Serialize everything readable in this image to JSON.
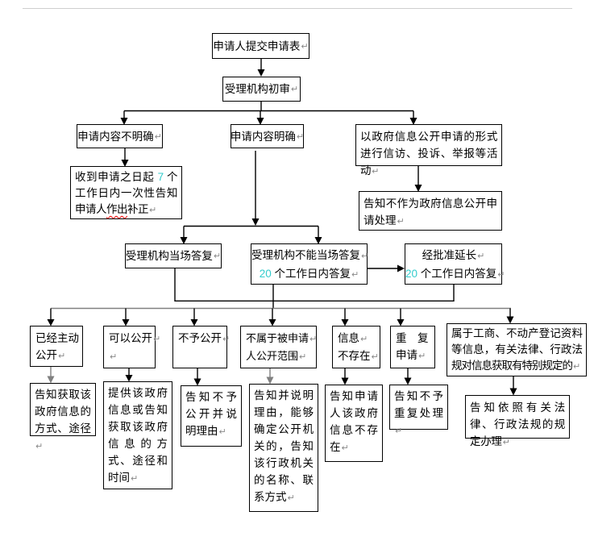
{
  "marks": {
    "ret": "↵"
  },
  "colors": {
    "number_highlight": "#33cccc",
    "spellcheck_underline": "#ff0000",
    "connector": "#000000",
    "distributor_line": "#808080"
  },
  "nodes": {
    "submit": {
      "label": "申请人提交申请表"
    },
    "review": {
      "label": "受理机构初审"
    },
    "unclear": {
      "label": "申请内容不明确"
    },
    "clear": {
      "label": "申请内容明确"
    },
    "petition": {
      "label": "以政府信息公开申请的形式进行信访、投诉、举报等活动"
    },
    "supplement": {
      "t1": "收到申请之日起 ",
      "num": "7",
      "t2": " 个工作日内一次性告知申请人",
      "t3": "作出",
      "t4": "补正"
    },
    "notice": {
      "label": "告知不作为政府信息公开申请处理"
    },
    "onspot": {
      "label": "受理机构当场答复"
    },
    "cannot": {
      "line1": "受理机构不能当场答复",
      "num": "20",
      "line2": " 个工作日内答复"
    },
    "extend": {
      "line1": "经批准延长",
      "num": "20",
      "line2": " 个工作日内答复"
    },
    "c1": {
      "line1": "已经主动",
      "line2": "公开"
    },
    "c2": {
      "line1": "可以公开"
    },
    "c3": {
      "label": "不予公开"
    },
    "c4": {
      "line1": "不属于被申请",
      "line2": "人公开范围"
    },
    "c5": {
      "line1": "信息",
      "line2": "不存在"
    },
    "c6": {
      "line1": "重　复",
      "line2": "申请"
    },
    "c7": {
      "label": "属于工商、不动产登记资料等信息，有关法律、行政法规对信息获取有特别规定的"
    },
    "a1": {
      "label": "告知获取该政府信息的方式、途径"
    },
    "a2": {
      "label": "提供该政府信息或告知获取该政府信息的方式、途径和时间"
    },
    "a3": {
      "label": "告知不予公开并说明理由"
    },
    "a4": {
      "label": "告知并说明理由，能够确定公开机关的，告知该行政机关的名称、联系方式"
    },
    "a5": {
      "label": "告知申请人该政府信息不存在"
    },
    "a6": {
      "label": "告知不予重复处理"
    },
    "a7": {
      "label": "告知依照有关法律、行政法规的规定办理"
    }
  }
}
